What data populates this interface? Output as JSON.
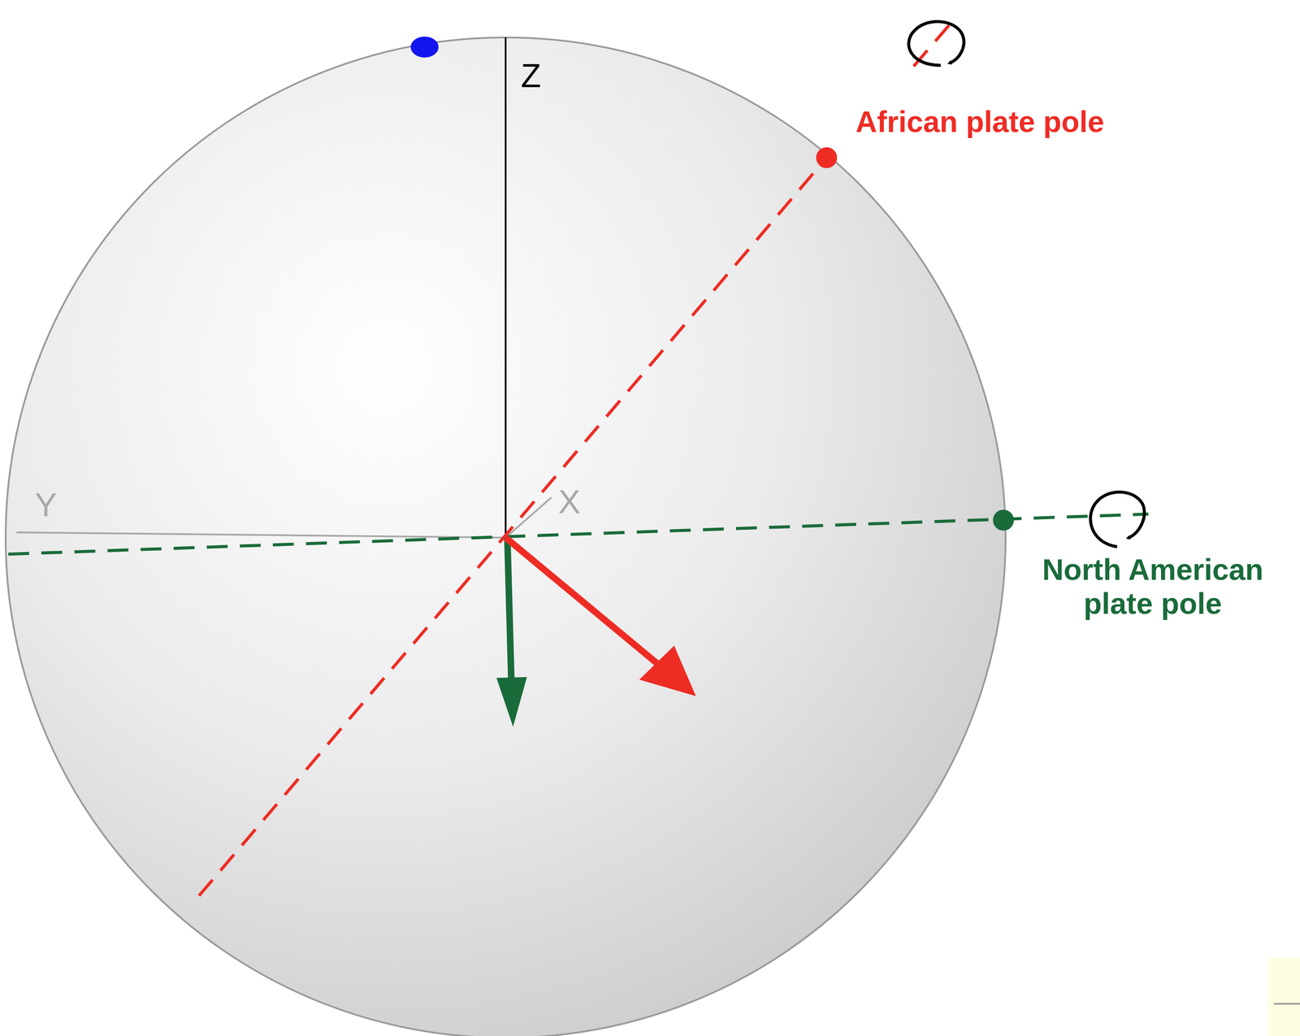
{
  "diagram": {
    "labels": [
      "Z",
      "Y",
      "X",
      "African plate pole",
      "North American plate pole"
    ]
  }
}
